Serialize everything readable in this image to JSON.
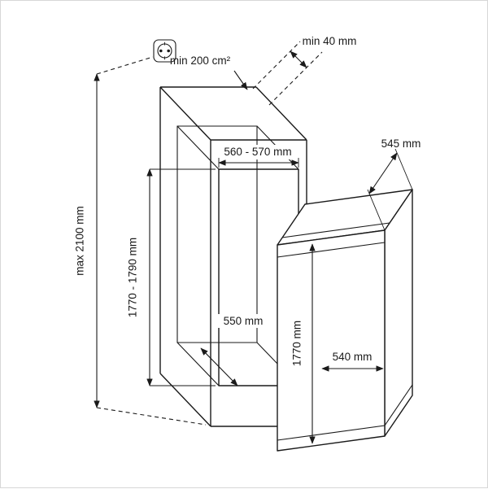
{
  "annotations": {
    "vent_area": "min 200 cm²",
    "rear_clearance": "min 40 mm",
    "niche_width": "560 - 570 mm",
    "appliance_depth": "545 mm",
    "max_height": "max 2100 mm",
    "niche_height": "1770 - 1790 mm",
    "niche_depth": "550 mm",
    "appliance_height": "1770 mm",
    "appliance_width": "540 mm"
  },
  "icons": {
    "socket": "power-socket"
  },
  "colors": {
    "line": "#1a1a1a",
    "background": "#ffffff",
    "frame_border": "#d7d7d7"
  }
}
